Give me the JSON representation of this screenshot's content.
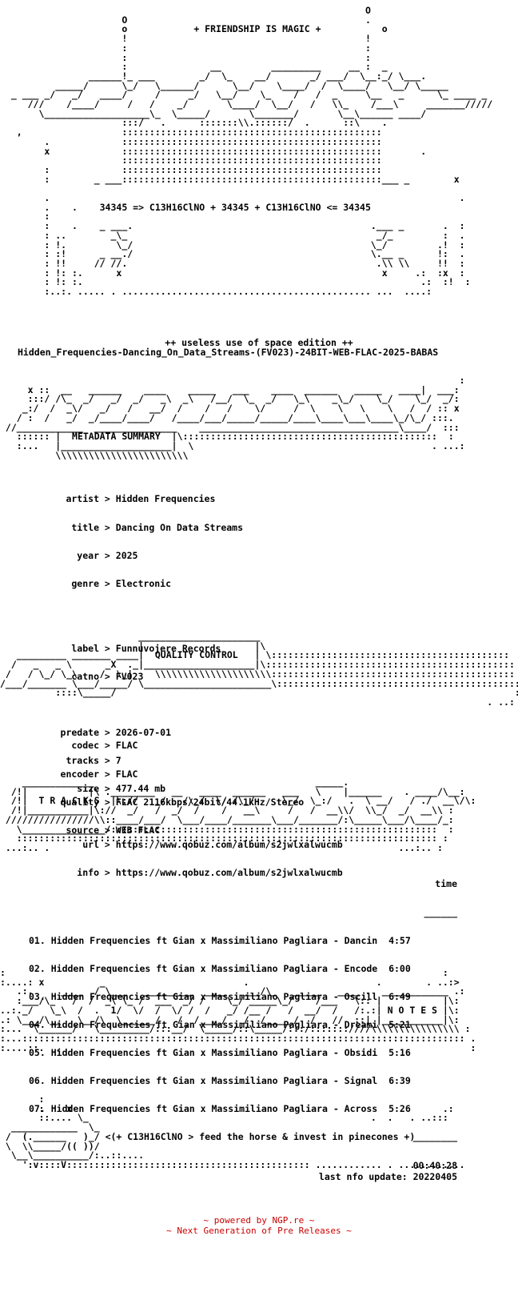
{
  "header": {
    "tagline": "+ FRIENDSHIP IS MAGIC +",
    "formula": "34345 => C13H16ClNO + 34345 + C13H16ClNO <= 34345"
  },
  "edition": "++ useless use of space edition ++",
  "release_name": "Hidden_Frequencies-Dancing_On_Data_Streams-(FV023)-24BIT-WEB-FLAC-2025-BABAS",
  "sections": {
    "metadata": "METADATA SUMMARY",
    "quality": "QUALITY CONTROL",
    "tracks": "T R A C K S",
    "notes": "N O T E S"
  },
  "metadata": [
    {
      "key": "artist",
      "value": "Hidden Frequencies"
    },
    {
      "key": "title",
      "value": "Dancing On Data Streams"
    },
    {
      "key": "year",
      "value": "2025"
    },
    {
      "key": "genre",
      "value": "Electronic"
    },
    {
      "key": "label",
      "value": "Funnuvojere Records"
    },
    {
      "key": "catno",
      "value": "FV023"
    },
    {
      "key": "predate",
      "value": "2026-07-01"
    },
    {
      "key": "tracks",
      "value": "7"
    },
    {
      "key": "size",
      "value": "477.44 mb"
    },
    {
      "key": "url",
      "value": "https://www.qobuz.com/album/s2jwlxalwucmb"
    },
    {
      "key": "info",
      "value": "https://www.qobuz.com/album/s2jwlxalwucmb"
    }
  ],
  "quality": [
    {
      "key": "codec",
      "value": "FLAC"
    },
    {
      "key": "encoder",
      "value": "FLAC"
    },
    {
      "key": "quality",
      "value": "FLAC 2116kbps/24bit/44.1kHz/Stereo"
    },
    {
      "key": "source",
      "value": "WEB FLAC"
    }
  ],
  "tracklist": {
    "time_header": "time",
    "tracks": [
      {
        "num": "01.",
        "title": "Hidden Frequencies ft Gian x Massimiliano Pagliara - Dancin",
        "time": "4:57"
      },
      {
        "num": "02.",
        "title": "Hidden Frequencies ft Gian x Massimiliano Pagliara - Encode",
        "time": "6:00"
      },
      {
        "num": "03.",
        "title": "Hidden Frequencies ft Gian x Massimiliano Pagliara - Oscill",
        "time": "6:49"
      },
      {
        "num": "04.",
        "title": "Hidden Frequencies ft Gian x Massimiliano Pagliara - Dreami",
        "time": "5:21"
      },
      {
        "num": "05.",
        "title": "Hidden Frequencies ft Gian x Massimiliano Pagliara - Obsidi",
        "time": "5:16"
      },
      {
        "num": "06.",
        "title": "Hidden Frequencies ft Gian x Massimiliano Pagliara - Signal",
        "time": "6:39"
      },
      {
        "num": "07.",
        "title": "Hidden Frequencies ft Gian x Massimiliano Pagliara - Across",
        "time": "5:26"
      }
    ],
    "total": "00:40:28"
  },
  "signoff": "<(+ C13H16ClNO > feed the horse & invest in pinecones +)",
  "last_update": "last nfo update: 20220405",
  "footer": {
    "powered": "~ powered by NGP.re ~",
    "slogan": "~ Next Generation of Pre Releases ~"
  },
  "colors": {
    "text": "#000000",
    "footer": "#cc0000",
    "background": "#ffffff"
  }
}
